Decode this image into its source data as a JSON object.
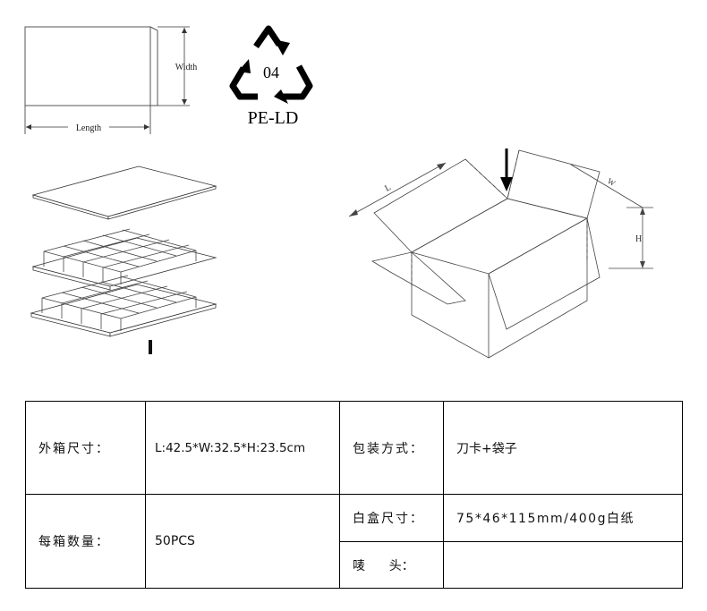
{
  "bag_diagram": {
    "width_label": "Width",
    "length_label": "Length"
  },
  "recycle_symbol": {
    "code": "04",
    "material": "PE-LD"
  },
  "box_diagram": {
    "l_label": "L",
    "w_label": "W",
    "h_label": "H"
  },
  "spec_table": {
    "outer_box_size_label": "外箱尺寸：",
    "outer_box_size_value": "L:42.5*W:32.5*H:23.5cm",
    "packing_method_label": "包装方式：",
    "packing_method_value": "刀卡+袋子",
    "qty_per_box_label": "每箱数量：",
    "qty_per_box_value": "50PCS",
    "white_box_size_label": "白盒尺寸：",
    "white_box_size_value": "75*46*115mm/400g白纸",
    "shipping_mark_label": "唛      头：",
    "shipping_mark_value": ""
  }
}
